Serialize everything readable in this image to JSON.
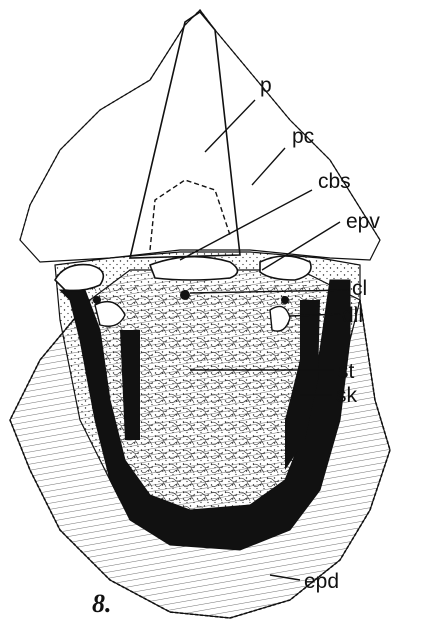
{
  "figure": {
    "number": "8.",
    "labels": {
      "p": "p",
      "pc": "pc",
      "cbs": "cbs",
      "epv": "epv",
      "cl": "cl",
      "dll": "dll",
      "st": "st",
      "sk": "sk",
      "epd": "epd"
    }
  },
  "colors": {
    "ink": "#111111",
    "paper": "#ffffff"
  }
}
